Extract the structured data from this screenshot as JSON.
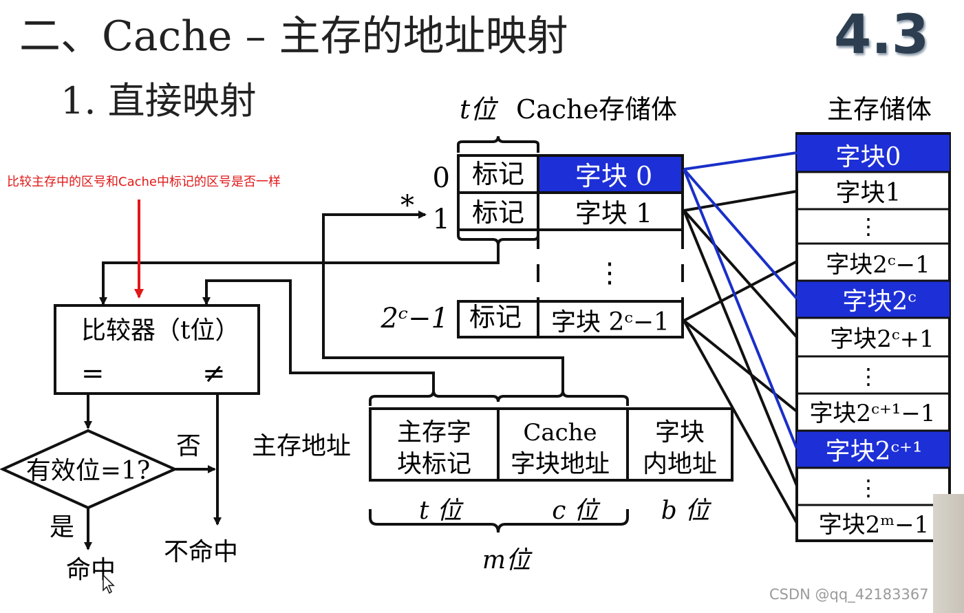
{
  "header": {
    "title": "二、Cache – 主存的地址映射",
    "section": "1.  直接映射",
    "slide_number": "4.3"
  },
  "annotation": "比较主存中的区号和Cache中标记的区号是否一样",
  "cache": {
    "header_t": "t位",
    "header_name": "Cache存储体",
    "rows": [
      {
        "index": "0",
        "tag": "标记",
        "block": "字块 0"
      },
      {
        "index": "1",
        "tag": "标记",
        "block": "字块 1"
      },
      {
        "index": "2ᶜ−1",
        "tag": "标记",
        "block": "字块 2ᶜ−1"
      }
    ],
    "ellipsis": "⋮",
    "star": "*"
  },
  "main_memory": {
    "header": "主存储体",
    "blocks": [
      "字块0",
      "字块1",
      "⋮",
      "字块2ᶜ−1",
      "字块2ᶜ",
      "字块2ᶜ+1",
      "⋮",
      "字块2ᶜ⁺¹−1",
      "字块2ᶜ⁺¹",
      "⋮",
      "字块2ᵐ−1"
    ]
  },
  "comparator": {
    "label": "比较器（t位）",
    "equal": "=",
    "not_equal": "≠"
  },
  "decision": {
    "label": "有效位=1?",
    "yes": "是",
    "no": "否",
    "hit": "命中",
    "miss": "不命中"
  },
  "address": {
    "label": "主存地址",
    "fields": [
      {
        "line1": "主存字",
        "line2": "块标记"
      },
      {
        "line1": "Cache",
        "line2": "字块地址"
      },
      {
        "line1": "字块",
        "line2": "内地址"
      }
    ],
    "bits": [
      "t 位",
      "c 位",
      "b 位"
    ],
    "total": "m位"
  },
  "watermark": "CSDN @qq_42183367",
  "colors": {
    "highlight": "#1d2fd6",
    "connector": "#1a2fc8",
    "annotation": "#e01818"
  }
}
